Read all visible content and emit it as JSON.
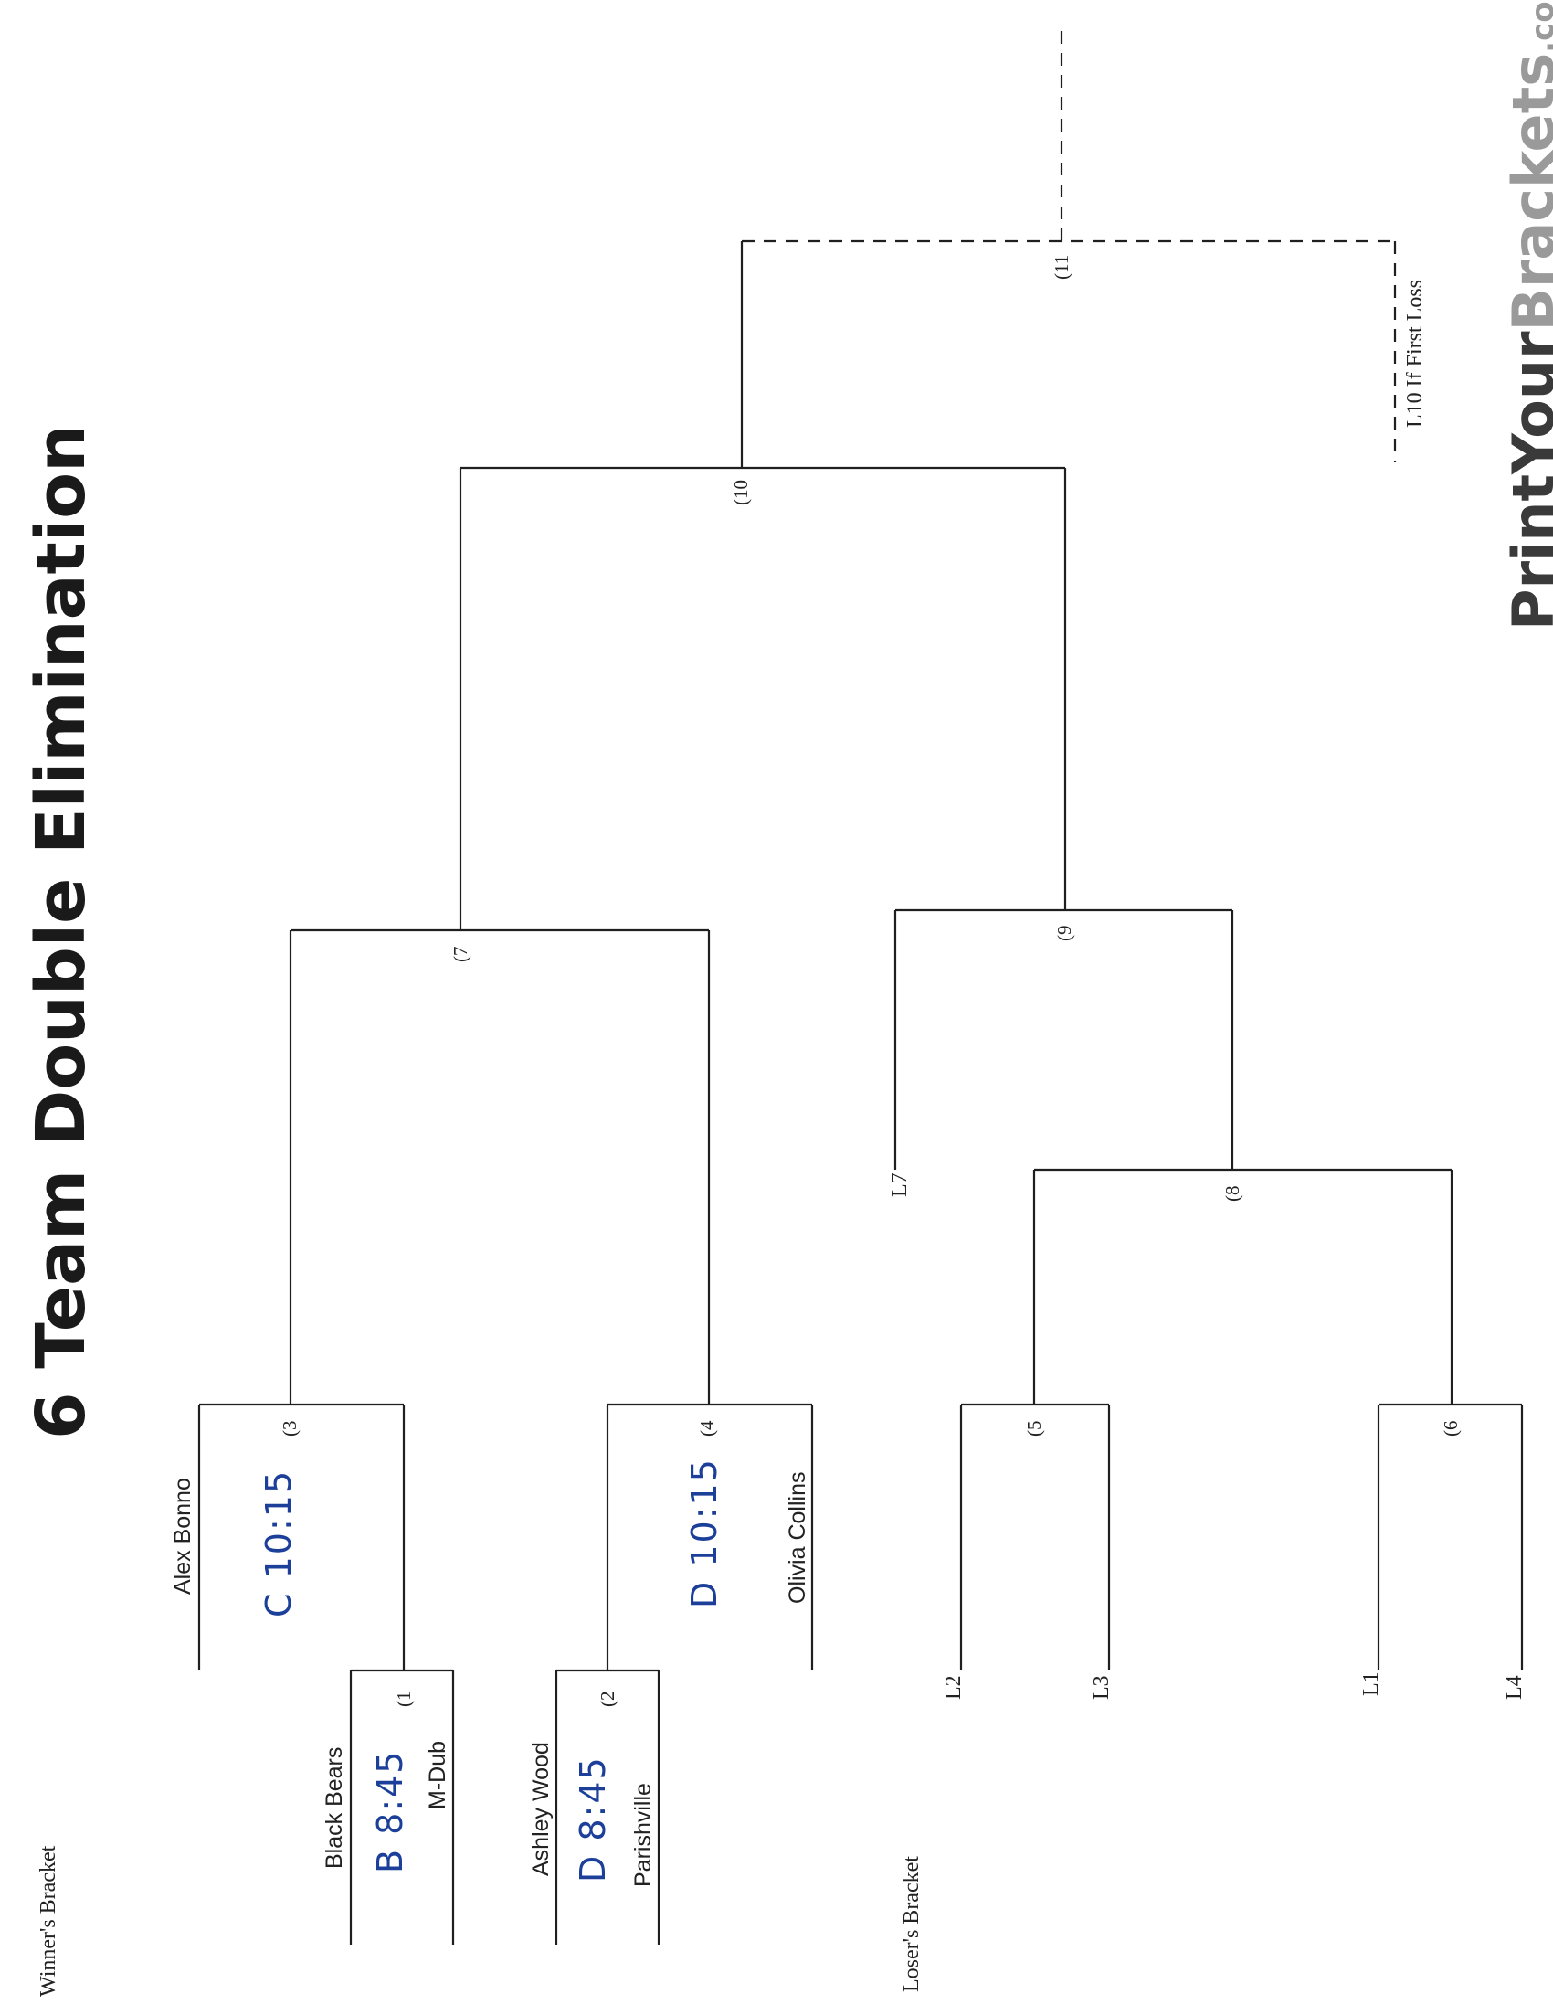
{
  "title": "6 Team Double Elimination",
  "winners_bracket_label": "Winner's Bracket",
  "losers_bracket_label": "Loser's Bracket",
  "teams": {
    "black_bears": "Black Bears",
    "m_dub": "M-Dub",
    "ashley_wood": "Ashley Wood",
    "parishville": "Parishville",
    "alex_bonno": "Alex Bonno",
    "olivia_collins": "Olivia Collins"
  },
  "handwritten": {
    "game1": "B 8:45",
    "game2": "D 8:45",
    "game3": "C 10:15",
    "game4": "D 10:15"
  },
  "matches": {
    "m1": "(1",
    "m2": "(2",
    "m3": "(3",
    "m4": "(4",
    "m5": "(5",
    "m6": "(6",
    "m7": "(7",
    "m8": "(8",
    "m9": "(9",
    "m10": "(10",
    "m11": "(11"
  },
  "loser_slots": {
    "l1": "L1",
    "l2": "L2",
    "l3": "L3",
    "l4": "L4",
    "l7": "L7"
  },
  "if_first_loss": "L10 If First Loss",
  "logo": {
    "part1": "PrintYour",
    "part2": "Brackets",
    "suffix": ".com"
  }
}
